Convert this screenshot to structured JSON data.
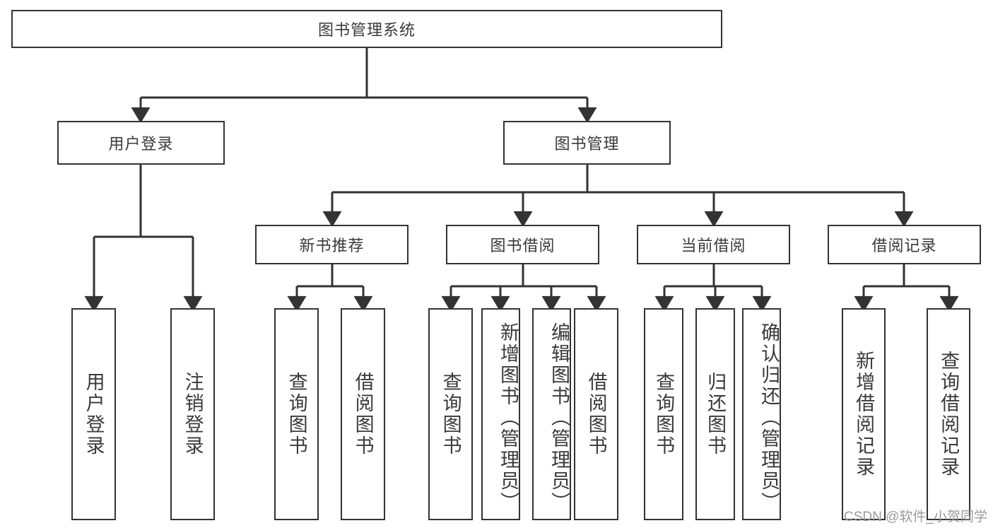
{
  "diagram": {
    "title": "图书管理系统",
    "type": "tree",
    "watermark": "CSDN @软件_小贺同学",
    "colors": {
      "box_border": "#333333",
      "box_fill": "#ffffff",
      "edge": "#333333",
      "text": "#3a3a3a",
      "watermark": "#9a9a9a"
    },
    "levels": {
      "root": {
        "label": "图书管理系统"
      },
      "level2": [
        {
          "id": "user-login",
          "label": "用户登录"
        },
        {
          "id": "book-manage",
          "label": "图书管理"
        }
      ],
      "level3": [
        {
          "id": "new-book-rec",
          "label": "新书推荐",
          "parent": "book-manage"
        },
        {
          "id": "book-borrow",
          "label": "图书借阅",
          "parent": "book-manage"
        },
        {
          "id": "current-borrow",
          "label": "当前借阅",
          "parent": "book-manage"
        },
        {
          "id": "borrow-record",
          "label": "借阅记录",
          "parent": "book-manage"
        }
      ],
      "leaves": [
        {
          "id": "leaf-user-login",
          "label": "用户登录",
          "parent": "user-login"
        },
        {
          "id": "leaf-user-logout",
          "label": "注销登录",
          "parent": "user-login"
        },
        {
          "id": "leaf-query-book-1",
          "label": "查询图书",
          "parent": "new-book-rec"
        },
        {
          "id": "leaf-borrow-book-1",
          "label": "借阅图书",
          "parent": "new-book-rec"
        },
        {
          "id": "leaf-query-book-2",
          "label": "查询图书",
          "parent": "book-borrow"
        },
        {
          "id": "leaf-add-book",
          "label": "新增图书（管理员）",
          "parent": "book-borrow"
        },
        {
          "id": "leaf-edit-book",
          "label": "编辑图书（管理员）",
          "parent": "book-borrow"
        },
        {
          "id": "leaf-borrow-book-2",
          "label": "借阅图书",
          "parent": "book-borrow"
        },
        {
          "id": "leaf-query-book-3",
          "label": "查询图书",
          "parent": "current-borrow"
        },
        {
          "id": "leaf-return-book",
          "label": "归还图书",
          "parent": "current-borrow"
        },
        {
          "id": "leaf-confirm-return",
          "label": "确认归还（管理员）",
          "parent": "current-borrow"
        },
        {
          "id": "leaf-add-record",
          "label": "新增借阅记录",
          "parent": "borrow-record"
        },
        {
          "id": "leaf-query-record",
          "label": "查询借阅记录",
          "parent": "borrow-record"
        }
      ]
    }
  }
}
